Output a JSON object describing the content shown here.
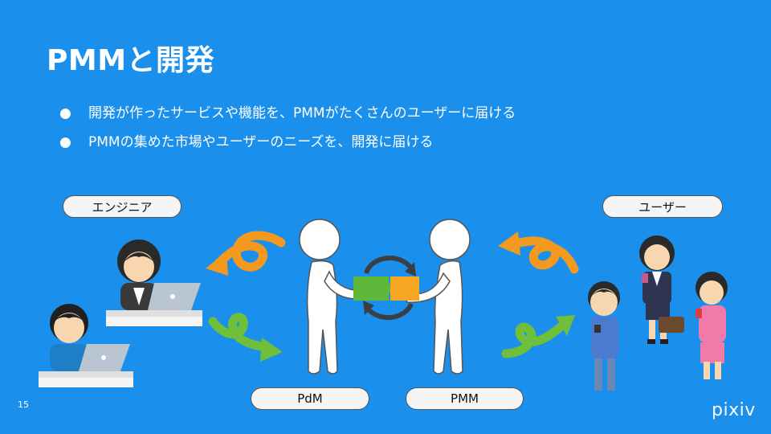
{
  "slide": {
    "title": "PMMと開発",
    "bullets": [
      "開発が作ったサービスや機能を、PMMがたくさんのユーザーに届ける",
      "PMMの集めた市場やユーザーのニーズを、開発に届ける"
    ],
    "bullet_marker": "●",
    "labels": {
      "engineer": "エンジニア",
      "user": "ユーザー",
      "pdm": "PdM",
      "pmm": "PMM"
    },
    "page_number": "15",
    "logo_text": "pixiv"
  },
  "colors": {
    "background": "#1a8fec",
    "orange_arrow": "#f39a1e",
    "green_arrow": "#6fbf3a",
    "puzzle_green": "#5fb83a",
    "puzzle_orange": "#f5a623",
    "label_fill": "#f5f5f5"
  }
}
